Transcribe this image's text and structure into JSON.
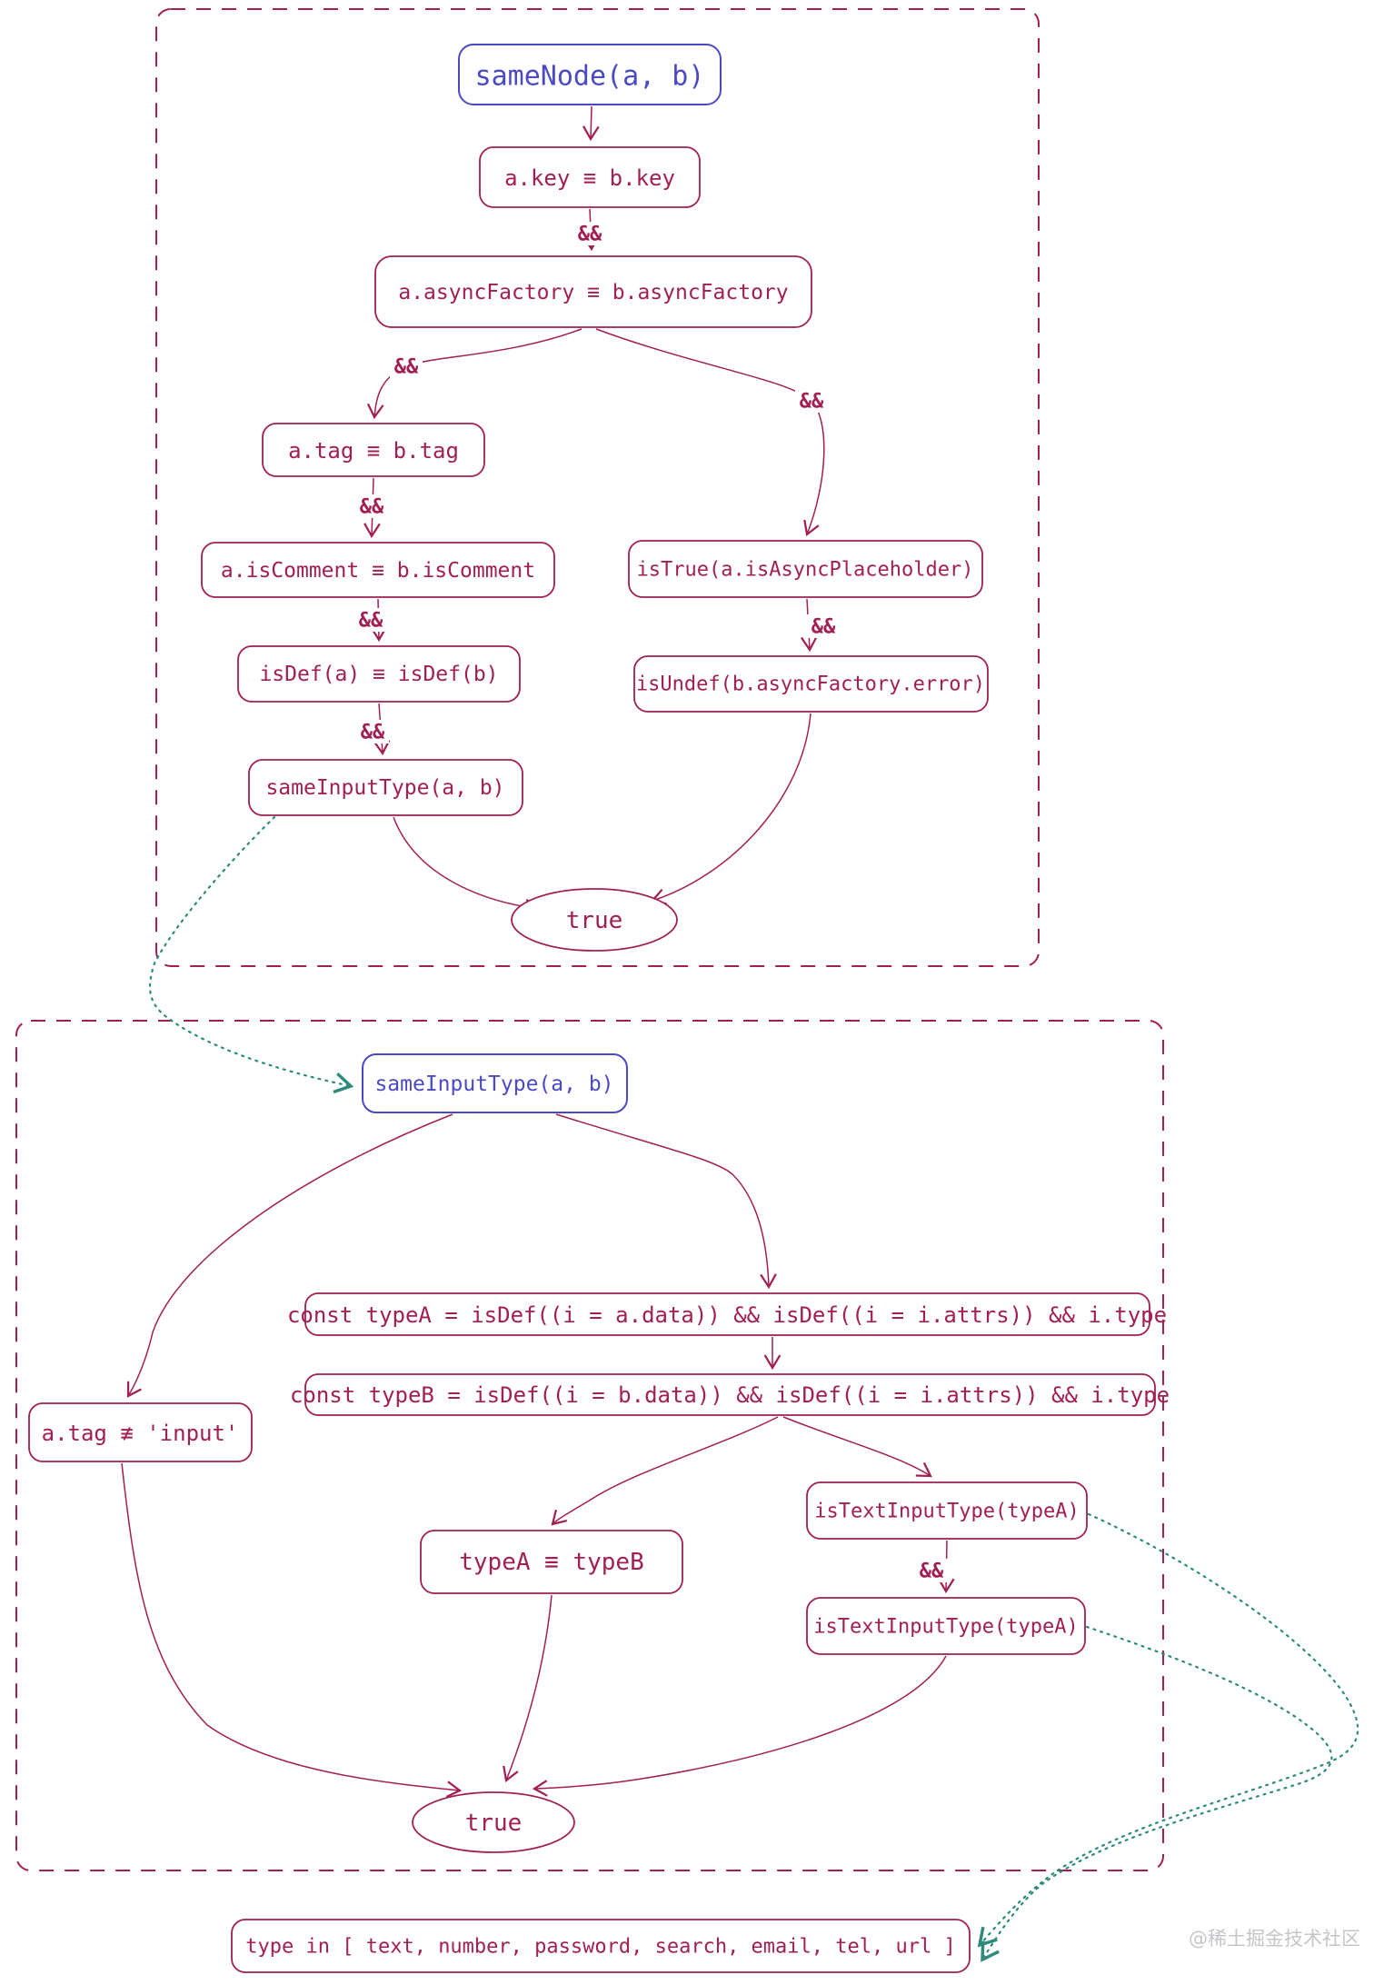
{
  "labels": {
    "amp": "&&",
    "true_val": "true"
  },
  "colors": {
    "crimson": "#a11f52",
    "indigo": "#4b49c4",
    "teal": "#2e8b7b",
    "watermark_gray": "#c5c5ca",
    "background": "#ffffff"
  },
  "box1": {
    "samenode": "sameNode(a, b)",
    "key": "a.key ≡ b.key",
    "async_factory": "a.asyncFactory ≡ b.asyncFactory",
    "tag": "a.tag ≡ b.tag",
    "is_comment": "a.isComment ≡ b.isComment",
    "is_def": "isDef(a) ≡ isDef(b)",
    "same_input_type": "sameInputType(a, b)",
    "is_true": "isTrue(a.isAsyncPlaceholder)",
    "is_undef": "isUndef(b.asyncFactory.error)"
  },
  "box2": {
    "same_input_type": "sameInputType(a, b)",
    "const_type_a": "const typeA = isDef((i = a.data)) && isDef((i = i.attrs)) && i.type",
    "const_type_b": "const typeB = isDef((i = b.data)) && isDef((i = i.attrs)) && i.type",
    "tag_not_input": "a.tag ≢ 'input'",
    "type_eq": "typeA ≡ typeB",
    "is_text_input_type_1": "isTextInputType(typeA)",
    "is_text_input_type_2": "isTextInputType(typeA)"
  },
  "footer": {
    "type_in": "type in [ text, number, password, search, email, tel, url ]"
  },
  "watermark": "@稀土掘金技术社区"
}
